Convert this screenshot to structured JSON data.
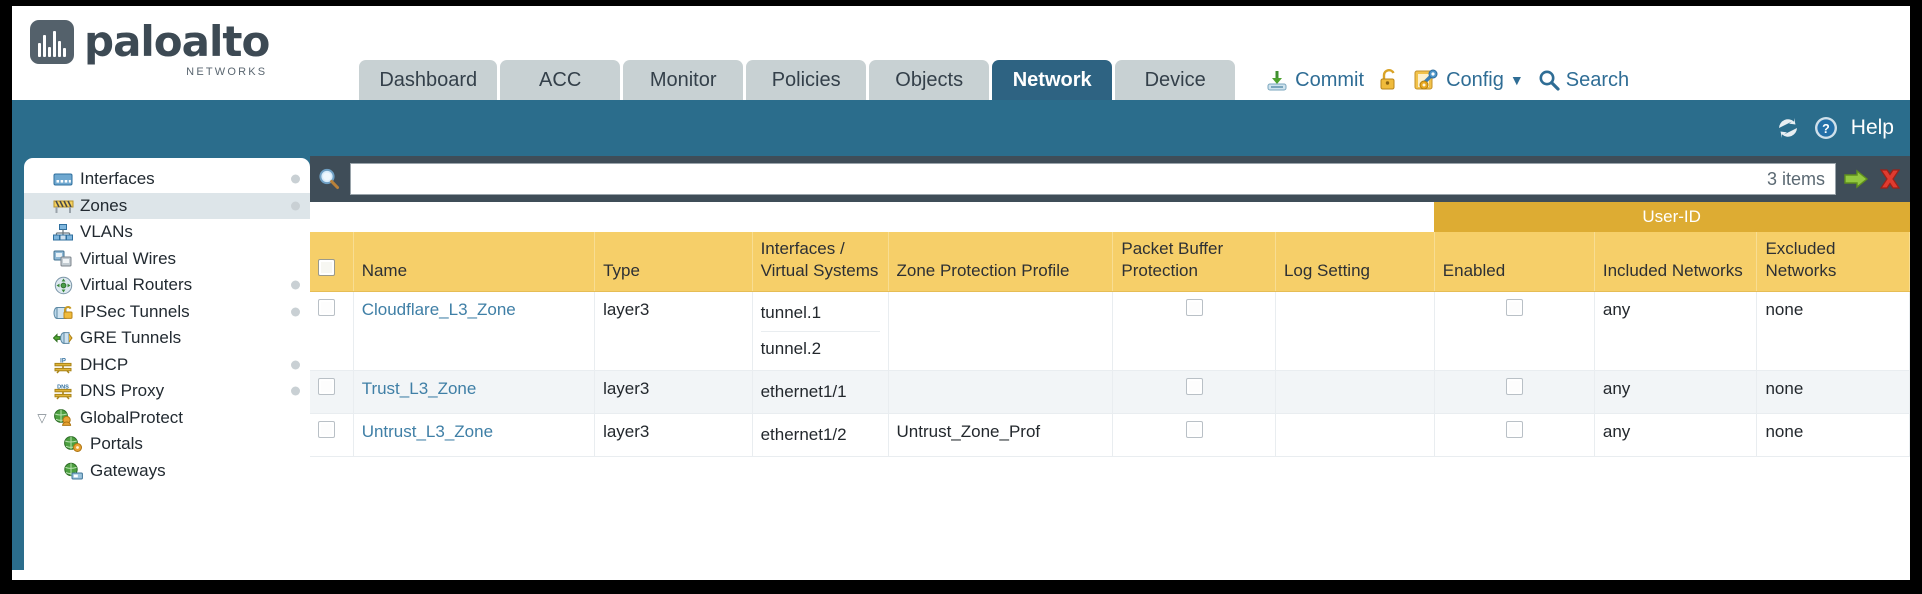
{
  "brand": {
    "name": "paloalto",
    "tagline": "NETWORKS",
    "registered": "®"
  },
  "header": {
    "tabs": [
      {
        "label": "Dashboard",
        "active": false
      },
      {
        "label": "ACC",
        "active": false
      },
      {
        "label": "Monitor",
        "active": false
      },
      {
        "label": "Policies",
        "active": false
      },
      {
        "label": "Objects",
        "active": false
      },
      {
        "label": "Network",
        "active": true
      },
      {
        "label": "Device",
        "active": false
      }
    ],
    "actions": [
      {
        "label": "Commit",
        "icon": "commit-icon"
      },
      {
        "label": "",
        "icon": "lock-icon"
      },
      {
        "label": "Config",
        "icon": "config-icon",
        "caret": "▼"
      },
      {
        "label": "Search",
        "icon": "search-icon"
      }
    ]
  },
  "subbar": {
    "refresh_icon": "refresh-icon",
    "help_label": "Help",
    "help_icon": "help-icon"
  },
  "sidebar": {
    "items": [
      {
        "label": "Interfaces",
        "icon": "interfaces-icon",
        "dot": true,
        "child": false,
        "twisty": "",
        "selected": false
      },
      {
        "label": "Zones",
        "icon": "zones-icon",
        "dot": true,
        "child": false,
        "twisty": "",
        "selected": true
      },
      {
        "label": "VLANs",
        "icon": "vlans-icon",
        "dot": false,
        "child": false,
        "twisty": "",
        "selected": false
      },
      {
        "label": "Virtual Wires",
        "icon": "virtual-wires-icon",
        "dot": false,
        "child": false,
        "twisty": "",
        "selected": false
      },
      {
        "label": "Virtual Routers",
        "icon": "virtual-routers-icon",
        "dot": true,
        "child": false,
        "twisty": "",
        "selected": false
      },
      {
        "label": "IPSec Tunnels",
        "icon": "ipsec-tunnels-icon",
        "dot": true,
        "child": false,
        "twisty": "",
        "selected": false
      },
      {
        "label": "GRE Tunnels",
        "icon": "gre-tunnels-icon",
        "dot": false,
        "child": false,
        "twisty": "",
        "selected": false
      },
      {
        "label": "DHCP",
        "icon": "dhcp-icon",
        "dot": true,
        "child": false,
        "twisty": "",
        "selected": false
      },
      {
        "label": "DNS Proxy",
        "icon": "dns-proxy-icon",
        "dot": true,
        "child": false,
        "twisty": "",
        "selected": false
      },
      {
        "label": "GlobalProtect",
        "icon": "globalprotect-icon",
        "dot": false,
        "child": false,
        "twisty": "▽",
        "selected": false
      },
      {
        "label": "Portals",
        "icon": "portals-icon",
        "dot": false,
        "child": true,
        "twisty": "",
        "selected": false
      },
      {
        "label": "Gateways",
        "icon": "gateways-icon",
        "dot": false,
        "child": true,
        "twisty": "",
        "selected": false
      }
    ]
  },
  "toolbar": {
    "search_icon": "search-icon",
    "search_value": "",
    "search_placeholder": "",
    "items_count": "3 items",
    "apply_icon": "apply-filter-arrow-icon",
    "clear_icon": "clear-filter-close-icon"
  },
  "table": {
    "group_header": {
      "label": "User-ID",
      "span": 3
    },
    "columns": [
      "Name",
      "Type",
      "Interfaces / Virtual Systems",
      "Zone Protection Profile",
      "Packet Buffer Protection",
      "Log Setting",
      "Enabled",
      "Included Networks",
      "Excluded Networks"
    ],
    "rows": [
      {
        "name": "Cloudflare_L3_Zone",
        "type": "layer3",
        "interfaces": [
          "tunnel.1",
          "tunnel.2"
        ],
        "zone_protection_profile": "",
        "packet_buffer_protection": false,
        "log_setting": "",
        "enabled": false,
        "included_networks": "any",
        "excluded_networks": "none",
        "selected": false
      },
      {
        "name": "Trust_L3_Zone",
        "type": "layer3",
        "interfaces": [
          "ethernet1/1"
        ],
        "zone_protection_profile": "",
        "packet_buffer_protection": false,
        "log_setting": "",
        "enabled": false,
        "included_networks": "any",
        "excluded_networks": "none",
        "selected": false
      },
      {
        "name": "Untrust_L3_Zone",
        "type": "layer3",
        "interfaces": [
          "ethernet1/2"
        ],
        "zone_protection_profile": "Untrust_Zone_Prof",
        "packet_buffer_protection": false,
        "log_setting": "",
        "enabled": false,
        "included_networks": "any",
        "excluded_networks": "none",
        "selected": false
      }
    ]
  },
  "colors": {
    "brand_dark": "#3d4a54",
    "tab_active": "#2e6382",
    "tab_inactive": "#c8d1d3",
    "teal_bar": "#2b6d8c",
    "table_header": "#f6cf69",
    "group_header": "#ddac33",
    "link": "#3f7fa6"
  }
}
